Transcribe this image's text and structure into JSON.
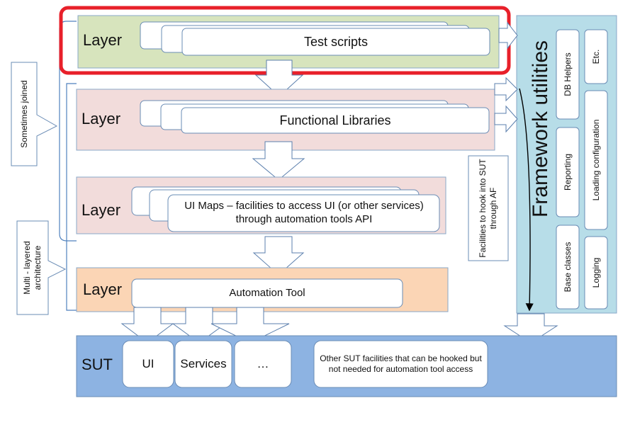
{
  "layers": [
    {
      "label": "Layer",
      "content": "Test scripts",
      "fill": "#d7e4bd",
      "highlighted": true
    },
    {
      "label": "Layer",
      "content": "Functional Libraries",
      "fill": "#f2dcdb"
    },
    {
      "label": "Layer",
      "content": "UI Maps – facilities to access UI (or other services) through automation tools API",
      "fill": "#f2dcdb"
    },
    {
      "label": "Layer",
      "content": "Automation Tool",
      "fill": "#fbd5b5"
    }
  ],
  "side_notes": {
    "sometimes_joined": "Sometimes joined",
    "multi_layered": "Multi - layered architecture",
    "hook_into_sut": "Facilities to hook into SUT through AF"
  },
  "framework": {
    "title": "Framework utilities",
    "fill": "#b7dde8",
    "items": [
      "DB Helpers",
      "Etc.",
      "Reporting",
      "Loading configuration",
      "Base classes",
      "Logging"
    ]
  },
  "sut": {
    "label": "SUT",
    "fill": "#8db3e2",
    "boxes": [
      "UI",
      "Services",
      "…"
    ],
    "note": "Other SUT facilities that can be hooked but not needed for automation tool access"
  },
  "colors": {
    "highlight": "#e8202a",
    "outline": "#4f81bd"
  }
}
